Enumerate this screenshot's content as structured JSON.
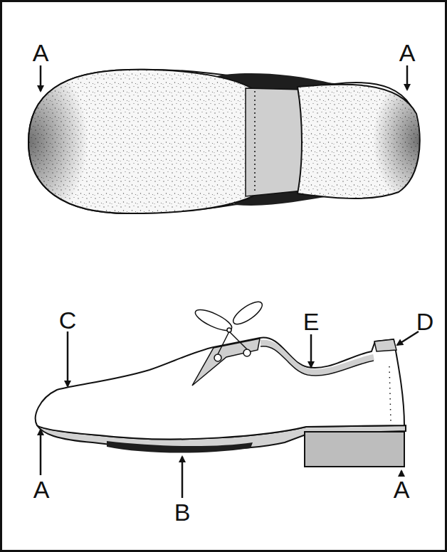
{
  "diagram": {
    "labels": [
      "A",
      "A",
      "C",
      "E",
      "D",
      "A",
      "B",
      "A"
    ]
  }
}
